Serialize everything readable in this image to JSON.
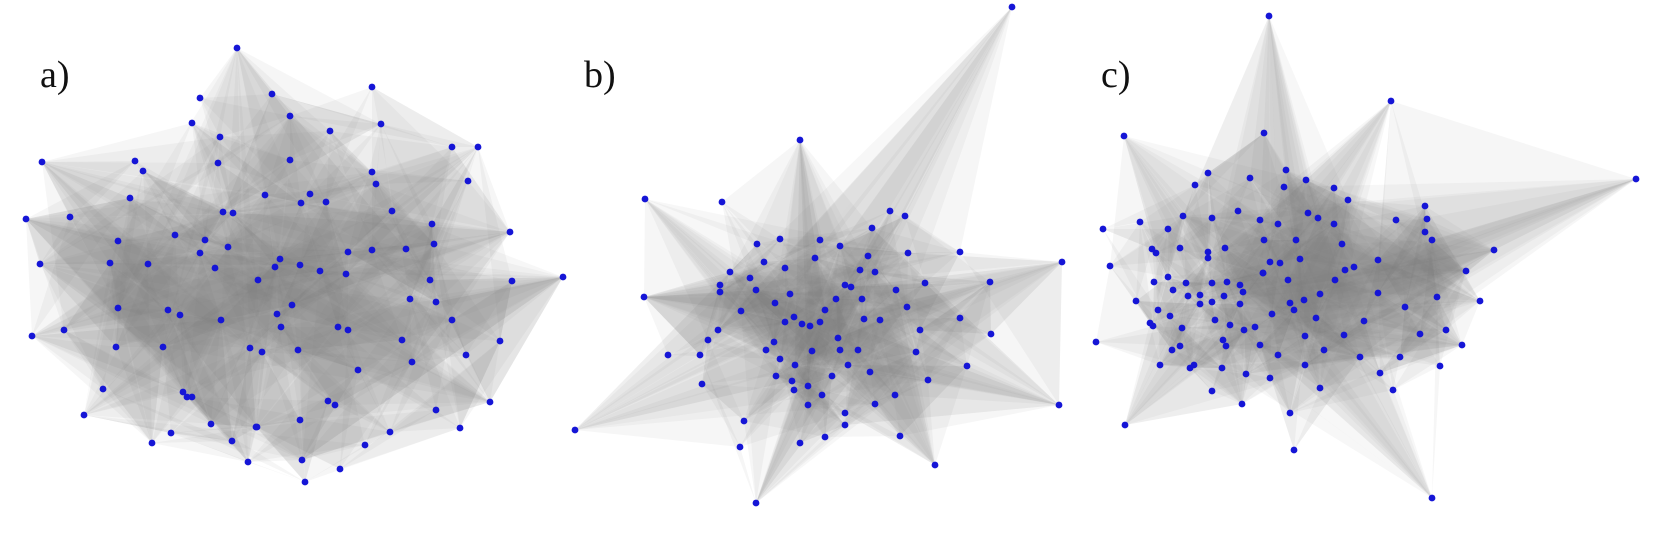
{
  "panels": [
    {
      "label": "a)"
    },
    {
      "label": "b)"
    },
    {
      "label": "c)"
    }
  ],
  "colors": {
    "node": "#1515d6",
    "face": "#7c7c7c",
    "background": "#ffffff"
  }
}
